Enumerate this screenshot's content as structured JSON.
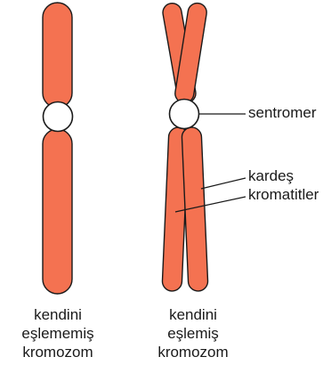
{
  "colors": {
    "chromatid_fill": "#F47251",
    "outline": "#1a1a1a",
    "centromere_fill": "#ffffff",
    "background": "#ffffff"
  },
  "labels": {
    "centromere": "sentromer",
    "sister_chromatids_line1": "kardeş",
    "sister_chromatids_line2": "kromatitler"
  },
  "captions": {
    "unreplicated": [
      "kendini",
      "eşlememiş",
      "kromozom"
    ],
    "replicated": [
      "kendini",
      "eşlemiş",
      "kromozom"
    ]
  }
}
